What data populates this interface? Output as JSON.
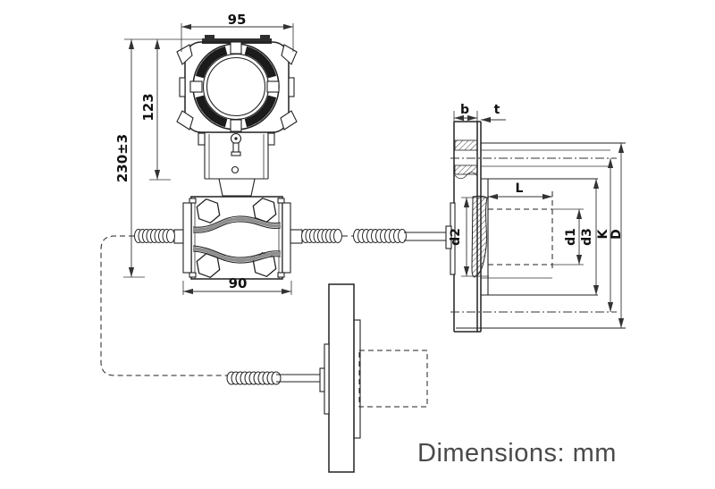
{
  "meta": {
    "background": "#ffffff",
    "line_color": "#222222",
    "note_color": "#4a4a4a"
  },
  "note": {
    "text": "Dimensions: mm"
  },
  "front_view": {
    "dim_head_width": "95",
    "dim_head_height": "123",
    "dim_total_height": "230±3",
    "dim_body_width": "90"
  },
  "section_view": {
    "dim_b": "b",
    "dim_t": "t",
    "dim_L": "L",
    "dim_d1": "d1",
    "dim_d2": "d2",
    "dim_d3": "d3",
    "dim_K": "K",
    "dim_D": "D"
  }
}
